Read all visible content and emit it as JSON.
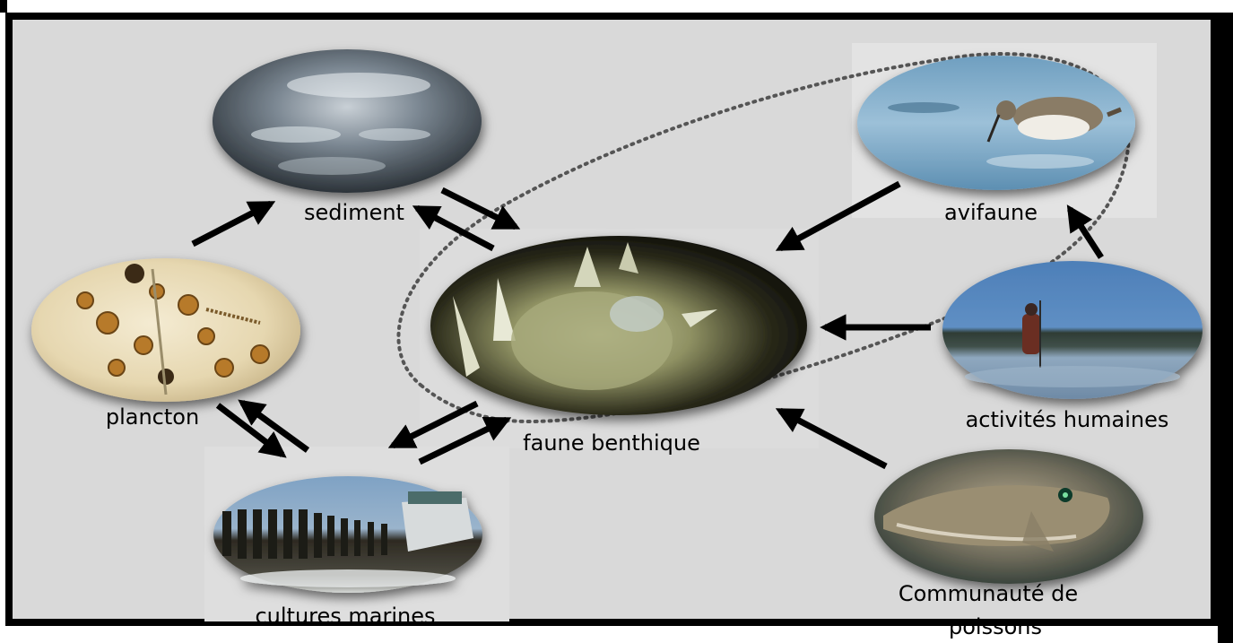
{
  "diagram": {
    "nodes": {
      "sediment": {
        "label": "sediment"
      },
      "plancton": {
        "label": "plancton"
      },
      "cultures_marines": {
        "label": "cultures marines"
      },
      "faune_benthique": {
        "label": "faune benthique"
      },
      "avifaune": {
        "label": "avifaune"
      },
      "activites_humaines": {
        "label": "activités humaines"
      },
      "communaute_poissons": {
        "label_line1": "Communauté de",
        "label_line2": "poissons"
      }
    },
    "colors": {
      "background": "#d9d9d9",
      "frame": "#000000",
      "arrow": "#000000",
      "dotted_outline": "#555555"
    }
  }
}
